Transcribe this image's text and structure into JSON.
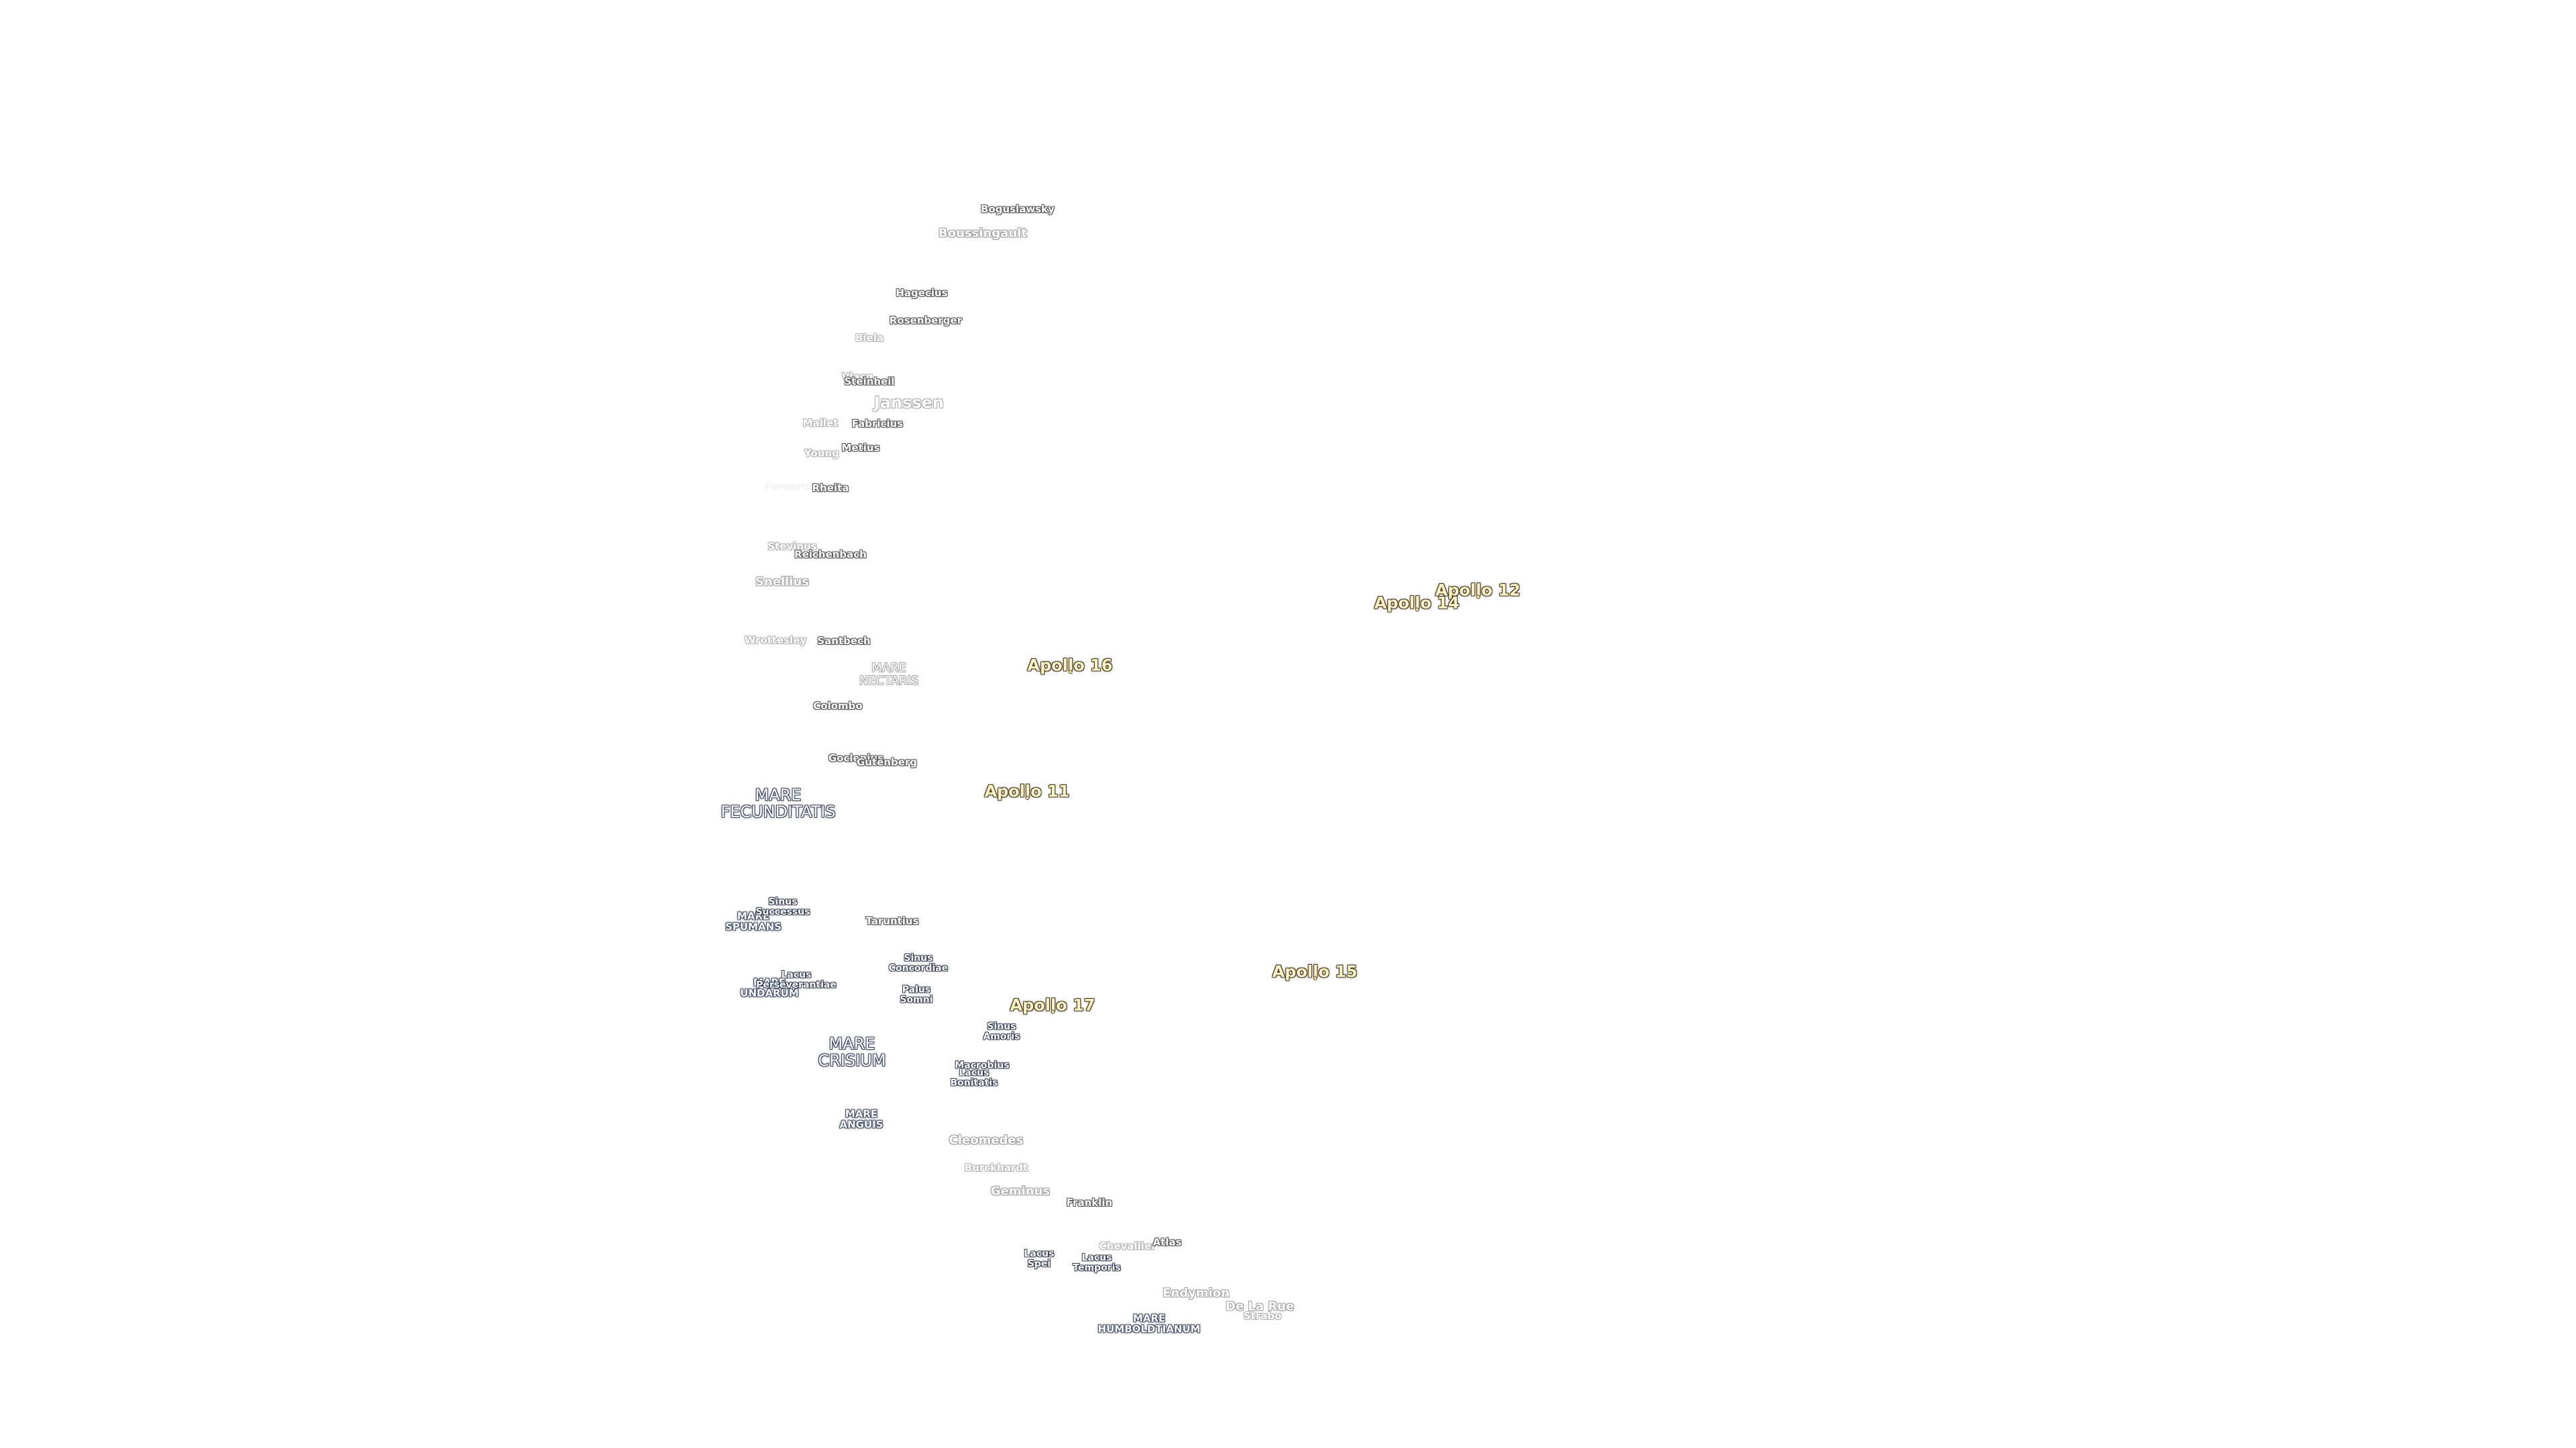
{
  "colors": {
    "background": "#ffffff",
    "label_fill": "#ffffff",
    "crater_outline": "#555555",
    "mare_outline": "#3a4866",
    "apollo_fill": "#fdf1c8",
    "apollo_outline": "#4a3b1e"
  },
  "craters": {
    "boguslawsky": "Boguslawsky",
    "boussingault": "Boussingault",
    "hagecius": "Hagecius",
    "rosenberger": "Rosenberger",
    "biela": "Biela",
    "vlacq": "Vlacq",
    "steinheil": "Steinheil",
    "janssen": "Janssen",
    "mallet": "Mallet",
    "fabricius": "Fabricius",
    "young": "Young",
    "metius": "Metius",
    "furnerius": "Furnerius",
    "rheita": "Rheita",
    "stevinus": "Stevinus",
    "reichenbach": "Reichenbach",
    "snellius": "Snellius",
    "wrottesley": "Wrottesley",
    "santbech": "Santbech",
    "colombo": "Colombo",
    "goclenius": "Goclenius",
    "gutenberg": "Gutenberg",
    "taruntius": "Taruntius",
    "cleomedes": "Cleomedes",
    "burckhardt": "Burckhardt",
    "geminus": "Geminus",
    "franklin": "Franklin",
    "chevallier": "Chevallier",
    "atlas": "Atlas",
    "endymion": "Endymion",
    "de_la_rue": "De La Rue",
    "strabo": "Strabo"
  },
  "maria": {
    "mare_nectaris": "MARE\nNECTARIS",
    "mare_fecunditatis": "MARE\nFECUNDITATIS",
    "mare_spumans": "MARE\nSPUMANS",
    "mare_undarum": "MARE\nUNDARUM",
    "mare_crisium": "MARE\nCRISIUM",
    "mare_anguis": "MARE\nANGUIS",
    "mare_humboldtianum": "MARE\nHUMBOLDTIANUM"
  },
  "features": {
    "sinus_successus": "Sinus\nSuccessus",
    "lacus_perseverantiae": "Lacus\nPerseverantiae",
    "sinus_concordiae": "Sinus\nConcordiae",
    "palus_somni": "Palus\nSomni",
    "sinus_amoris": "Sinus\nAmoris",
    "macrobius": "Macrobius",
    "lacus_bonitatis": "Lacus\nBonitatis",
    "lacus_spei": "Lacus\nSpei",
    "lacus_temporis": "Lacus\nTemporis"
  },
  "apollo": {
    "apollo_12": "Apollo 12",
    "apollo_14": "Apollo 14",
    "apollo_16": "Apollo 16",
    "apollo_11": "Apollo 11",
    "apollo_15": "Apollo 15",
    "apollo_17": "Apollo 17"
  }
}
